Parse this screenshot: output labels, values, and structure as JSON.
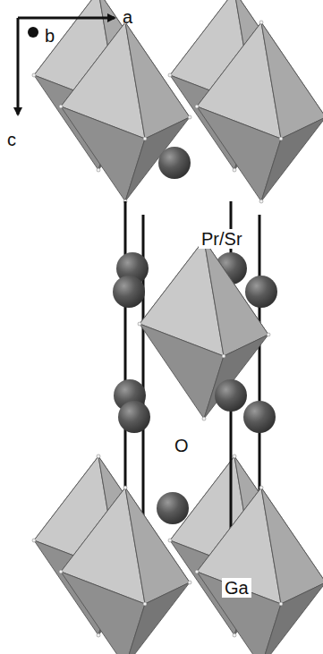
{
  "diagram": {
    "labels": [
      "a",
      "b",
      "c",
      "Pr/Sr",
      "O",
      "Ga"
    ]
  }
}
